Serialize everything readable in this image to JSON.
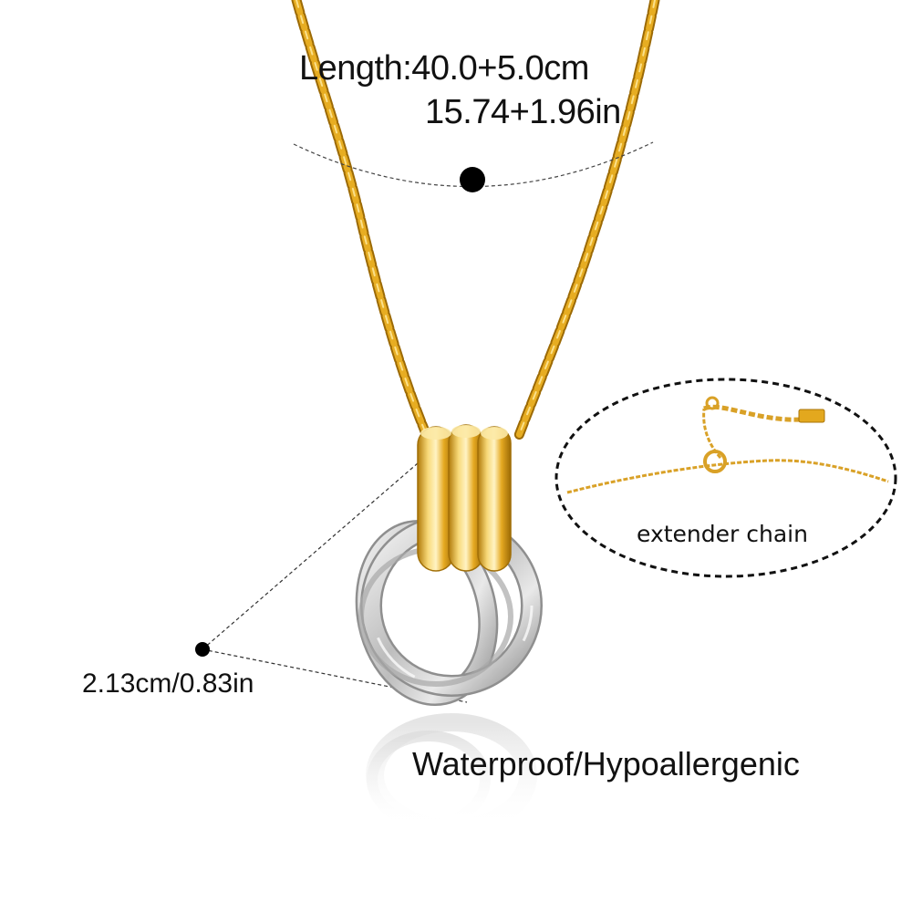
{
  "labels": {
    "length_cm": "Length:40.0+5.0cm",
    "length_in": "15.74+1.96in",
    "pendant_size": "2.13cm/0.83in",
    "features": "Waterproof/Hypoallergenic",
    "extender": "extender chain"
  },
  "colors": {
    "background": "#ffffff",
    "gold": "#e3a81e",
    "gold_light": "#f7d66a",
    "gold_dark": "#a87408",
    "silver": "#c9c9c9",
    "silver_light": "#f2f2f2",
    "silver_dark": "#8f8f8f",
    "text": "#111111",
    "marker": "#000000"
  },
  "icons": {
    "measure_marker": "black-dot",
    "pendant": "gold-bail-silver-rings",
    "inset": "dashed-oval-inset"
  }
}
